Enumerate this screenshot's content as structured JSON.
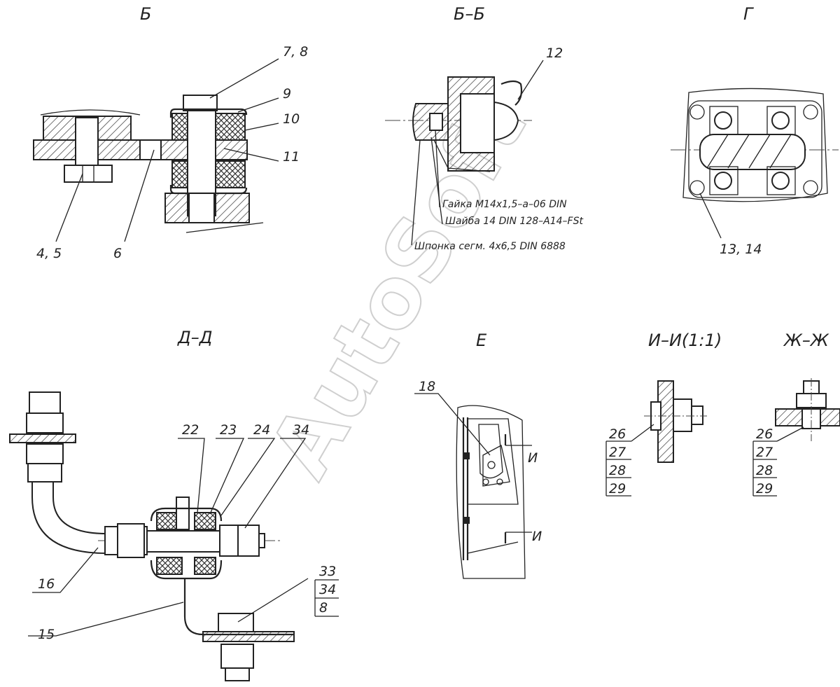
{
  "views": [
    {
      "id": "b",
      "title": "Б",
      "labels": [
        "7, 8",
        "9",
        "10",
        "11",
        "4, 5",
        "6"
      ]
    },
    {
      "id": "bb",
      "title": "Б–Б",
      "labels": [
        "12"
      ],
      "notes": [
        "Гайка М14х1,5–a–06 DIN",
        "Шайба 14 DIN 128–A14–FSt",
        "Шпонка сегм. 4х6,5 DIN 6888"
      ]
    },
    {
      "id": "g",
      "title": "Г",
      "labels": [
        "13, 14"
      ]
    },
    {
      "id": "dd",
      "title": "Д–Д",
      "labels": [
        "22",
        "23",
        "24",
        "34",
        "16",
        "15",
        "33",
        "34",
        "8"
      ]
    },
    {
      "id": "e",
      "title": "Е",
      "labels": [
        "18",
        "И",
        "И"
      ]
    },
    {
      "id": "ii",
      "title": "И–И(1:1)",
      "labels": [
        "26",
        "27",
        "28",
        "29"
      ]
    },
    {
      "id": "zz",
      "title": "Ж–Ж",
      "labels": [
        "26",
        "27",
        "28",
        "29"
      ]
    }
  ],
  "watermark": "AutoSoft"
}
